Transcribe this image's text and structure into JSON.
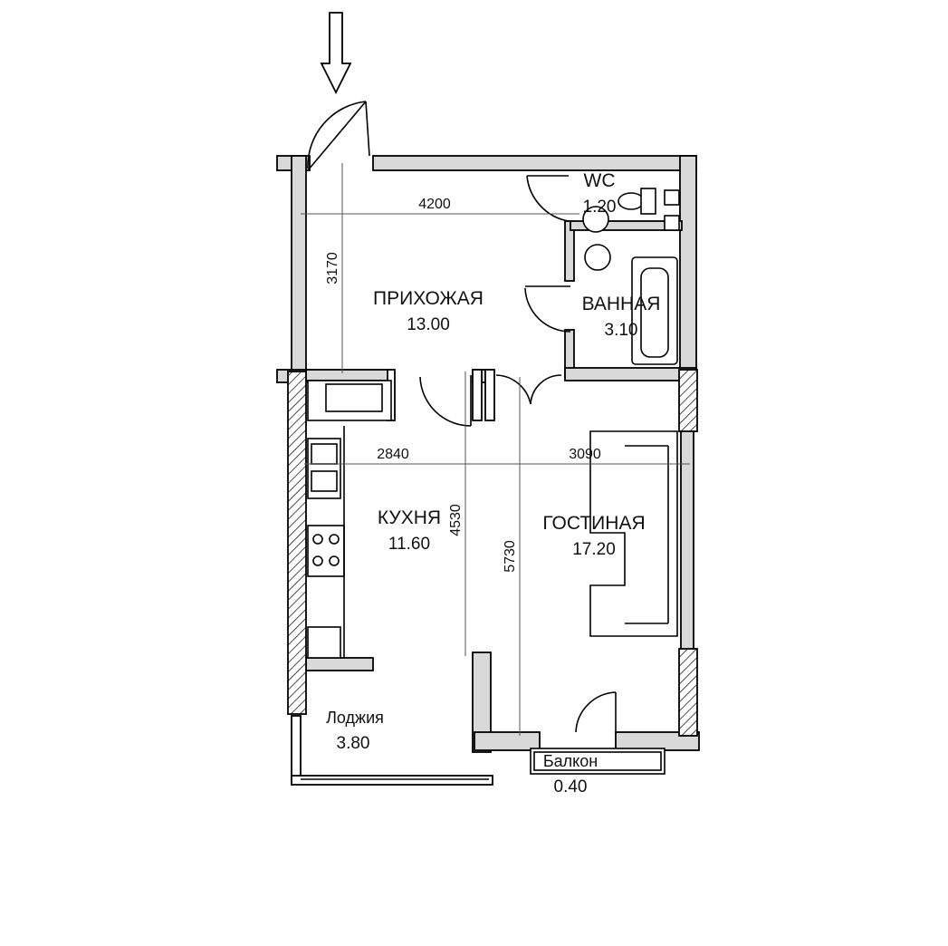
{
  "plan": {
    "entrance": {
      "icon": "arrow-down-icon"
    },
    "rooms": [
      {
        "id": "hall",
        "name": "ПРИХОЖАЯ",
        "area": "13.00"
      },
      {
        "id": "wc",
        "name": "WC",
        "area": "1.20"
      },
      {
        "id": "bath",
        "name": "ВАННАЯ",
        "area": "3.10"
      },
      {
        "id": "kitchen",
        "name": "КУХНЯ",
        "area": "11.60"
      },
      {
        "id": "living",
        "name": "ГОСТИНАЯ",
        "area": "17.20"
      },
      {
        "id": "loggia",
        "name": "Лоджия",
        "area": "3.80"
      },
      {
        "id": "balcony",
        "name": "Балкон",
        "area": "0.40"
      }
    ],
    "dimensions": [
      {
        "id": "hall-width",
        "value": "4200"
      },
      {
        "id": "hall-depth",
        "value": "3170"
      },
      {
        "id": "kitchen-width",
        "value": "2840"
      },
      {
        "id": "living-width",
        "value": "3090"
      },
      {
        "id": "kitchen-depth",
        "value": "4530"
      },
      {
        "id": "living-depth",
        "value": "5730"
      }
    ],
    "colors": {
      "wall": "#d9d9d9",
      "line": "#000000",
      "dim": "#555555",
      "background": "#ffffff"
    }
  }
}
